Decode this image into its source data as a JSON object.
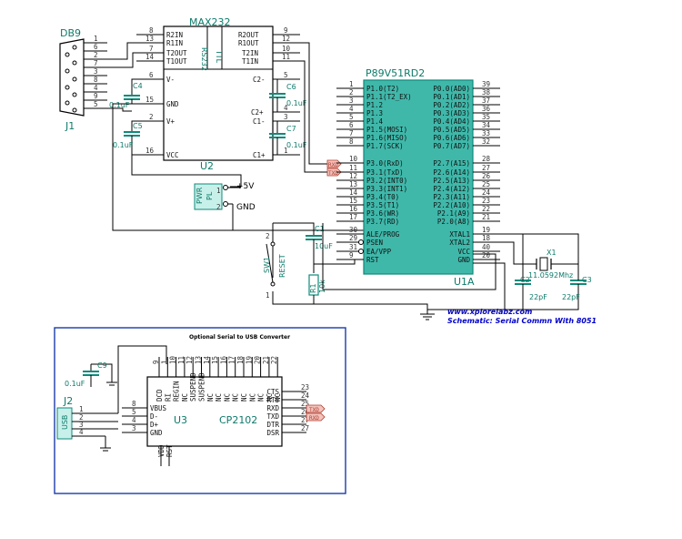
{
  "colors": {
    "chip_fill": "#3fb8aa",
    "chip_fill_light": "#e0f7f4",
    "part_text": "#0d7a6a",
    "wire": "#000000",
    "footer_text": "#0000cc"
  },
  "db9": {
    "title": "DB9",
    "ref": "J1",
    "pins": [
      "1",
      "6",
      "2",
      "7",
      "3",
      "8",
      "4",
      "9",
      "5"
    ]
  },
  "max232": {
    "title": "MAX232",
    "ref": "U2",
    "rs232_label": "RS232",
    "ttl_label": "TTL",
    "left_pins": [
      {
        "num": "8",
        "name": "R2IN"
      },
      {
        "num": "13",
        "name": "R1IN"
      },
      {
        "num": "7",
        "name": "T2OUT"
      },
      {
        "num": "14",
        "name": "T1OUT"
      },
      {
        "num": "6",
        "name": "V-"
      },
      {
        "num": "15",
        "name": "GND"
      },
      {
        "num": "2",
        "name": "V+"
      },
      {
        "num": "16",
        "name": "VCC"
      }
    ],
    "right_pins": [
      {
        "num": "9",
        "name": "R2OUT"
      },
      {
        "num": "12",
        "name": "R1OUT"
      },
      {
        "num": "10",
        "name": "T2IN"
      },
      {
        "num": "11",
        "name": "T1IN"
      },
      {
        "num": "5",
        "name": "C2-"
      },
      {
        "num": "4",
        "name": "C2+"
      },
      {
        "num": "3",
        "name": "C1-"
      },
      {
        "num": "1",
        "name": "C1+"
      }
    ]
  },
  "caps": {
    "c4": {
      "ref": "C4",
      "value": "0.1uF"
    },
    "c5": {
      "ref": "C5",
      "value": "0.1uF"
    },
    "c6": {
      "ref": "C6",
      "value": "0.1uF"
    },
    "c7": {
      "ref": "C7",
      "value": "0.1uF"
    },
    "c1": {
      "ref": "C1",
      "value": "10uF"
    },
    "c2": {
      "ref": "C2",
      "value": "22pF"
    },
    "c3": {
      "ref": "C3",
      "value": "22pF"
    },
    "c9": {
      "ref": "C9",
      "value": "0.1uF"
    }
  },
  "mcu": {
    "title": "P89V51RD2",
    "ref": "U1A",
    "left_pins": [
      {
        "num": "1",
        "name": "P1.0(T2)"
      },
      {
        "num": "2",
        "name": "P1.1(T2_EX)"
      },
      {
        "num": "3",
        "name": "P1.2"
      },
      {
        "num": "4",
        "name": "P1.3"
      },
      {
        "num": "5",
        "name": "P1.4"
      },
      {
        "num": "6",
        "name": "P1.5(MOSI)"
      },
      {
        "num": "7",
        "name": "P1.6(MISO)"
      },
      {
        "num": "8",
        "name": "P1.7(SCK)"
      },
      {
        "num": "10",
        "name": "P3.0(RxD)"
      },
      {
        "num": "11",
        "name": "P3.1(TxD)"
      },
      {
        "num": "12",
        "name": "P3.2(INT0)"
      },
      {
        "num": "13",
        "name": "P3.3(INT1)"
      },
      {
        "num": "14",
        "name": "P3.4(T0)"
      },
      {
        "num": "15",
        "name": "P3.5(T1)"
      },
      {
        "num": "16",
        "name": "P3.6(WR)"
      },
      {
        "num": "17",
        "name": "P3.7(RD)"
      },
      {
        "num": "30",
        "name": "ALE/PROG"
      },
      {
        "num": "29",
        "name": "PSEN"
      },
      {
        "num": "31",
        "name": "EA/VPP"
      },
      {
        "num": "9",
        "name": "RST"
      }
    ],
    "right_pins": [
      {
        "num": "39",
        "name": "P0.0(AD0)"
      },
      {
        "num": "38",
        "name": "P0.1(AD1)"
      },
      {
        "num": "37",
        "name": "P0.2(AD2)"
      },
      {
        "num": "36",
        "name": "P0.3(AD3)"
      },
      {
        "num": "35",
        "name": "P0.4(AD4)"
      },
      {
        "num": "34",
        "name": "P0.5(AD5)"
      },
      {
        "num": "33",
        "name": "P0.6(AD6)"
      },
      {
        "num": "32",
        "name": "P0.7(AD7)"
      },
      {
        "num": "28",
        "name": "P2.7(A15)"
      },
      {
        "num": "27",
        "name": "P2.6(A14)"
      },
      {
        "num": "26",
        "name": "P2.5(A13)"
      },
      {
        "num": "25",
        "name": "P2.4(A12)"
      },
      {
        "num": "24",
        "name": "P2.3(A11)"
      },
      {
        "num": "23",
        "name": "P2.2(A10)"
      },
      {
        "num": "22",
        "name": "P2.1(A9)"
      },
      {
        "num": "21",
        "name": "P2.0(A8)"
      },
      {
        "num": "19",
        "name": "XTAL1"
      },
      {
        "num": "18",
        "name": "XTAL2"
      },
      {
        "num": "40",
        "name": "VCC"
      },
      {
        "num": "20",
        "name": "GND"
      }
    ]
  },
  "power": {
    "ref": "PL",
    "inner": "PWR",
    "pins": [
      "1",
      "2"
    ],
    "vcc_label": "+5V",
    "gnd_label": "GND"
  },
  "reset": {
    "ref": "SW1",
    "label": "RESET",
    "pins": [
      "2",
      "1"
    ]
  },
  "resistor": {
    "ref": "R1",
    "value": "10k"
  },
  "crystal": {
    "ref": "X1",
    "value": "11.0592Mhz"
  },
  "net_tags": {
    "rxd": "RXD",
    "txd": "TXD"
  },
  "footer": {
    "website": "www.xplorelabz.com",
    "caption": "Schematic: Serial Commn With 8051"
  },
  "cp2102_box": {
    "title": "Optional Serial to USB Converter",
    "ref": "U3",
    "name": "CP2102",
    "top_pins": [
      {
        "num": "9",
        "name": "DCD"
      },
      {
        "num": "1",
        "name": "RI"
      },
      {
        "num": "10",
        "name": "REGIN"
      },
      {
        "num": "11",
        "name": "NC"
      },
      {
        "num": "12",
        "name": "SUSPEND"
      },
      {
        "num": "13",
        "name": "SUSPEND"
      },
      {
        "num": "14",
        "name": "NC"
      },
      {
        "num": "15",
        "name": "NC"
      },
      {
        "num": "16",
        "name": "NC"
      },
      {
        "num": "17",
        "name": "NC"
      },
      {
        "num": "18",
        "name": "NC"
      },
      {
        "num": "19",
        "name": "NC"
      },
      {
        "num": "20",
        "name": "NC"
      },
      {
        "num": "21",
        "name": "NC"
      },
      {
        "num": "22",
        "name": "NC"
      }
    ],
    "left_pins": [
      {
        "num": "8",
        "name": "VBUS"
      },
      {
        "num": "5",
        "name": "D-"
      },
      {
        "num": "4",
        "name": "D+"
      },
      {
        "num": "3",
        "name": "GND"
      }
    ],
    "right_pins": [
      {
        "num": "23",
        "name": "CTS"
      },
      {
        "num": "24",
        "name": "RTS"
      },
      {
        "num": "25",
        "name": "RXD"
      },
      {
        "num": "26",
        "name": "TXD"
      },
      {
        "num": "27",
        "name": "DTR"
      },
      {
        "num": "27",
        "name": "DSR"
      }
    ],
    "bottom_pins": [
      {
        "name": "VDD"
      },
      {
        "name": "RST"
      }
    ],
    "usb": {
      "ref": "J2",
      "label": "USB",
      "pins": [
        "1",
        "2",
        "3",
        "4"
      ]
    },
    "net_tags": {
      "txd": "TXD",
      "rxd": "RXD"
    }
  }
}
